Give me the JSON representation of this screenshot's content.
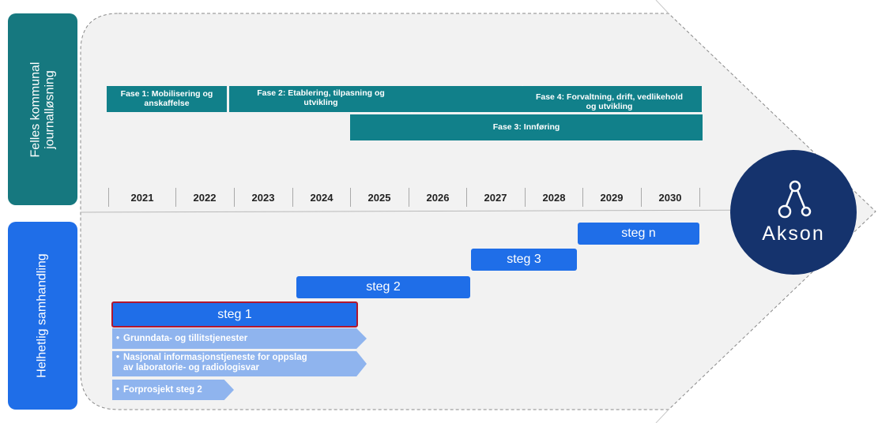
{
  "sidebar": {
    "top_label": "Felles kommunal\njournalløsning",
    "bottom_label": "Helhetlig samhandling"
  },
  "phases": [
    {
      "label": "Fase 1: Mobilisering og\nanskaffelse"
    },
    {
      "label": "Fase 2: Etablering, tilpasning og\nutvikling"
    },
    {
      "label": "Fase 4: Forvaltning, drift, vedlikehold\nog utvikling"
    },
    {
      "label": "Fase 3: Innføring"
    }
  ],
  "years": [
    "2021",
    "2022",
    "2023",
    "2024",
    "2025",
    "2026",
    "2027",
    "2028",
    "2029",
    "2030"
  ],
  "steps": [
    {
      "label": "steg 1"
    },
    {
      "label": "steg 2"
    },
    {
      "label": "steg 3"
    },
    {
      "label": "steg n"
    }
  ],
  "step1_items": [
    {
      "label": "Grunndata- og tillitstjenester"
    },
    {
      "label": "Nasjonal informasjonstjeneste for oppslag\nav laboratorie- og radiologisvar"
    },
    {
      "label": "Forprosjekt steg 2"
    }
  ],
  "logo": {
    "text": "Akson"
  },
  "colors": {
    "teal": "#11808a",
    "side_teal": "#16787f",
    "blue": "#1f6ee8",
    "light_blue": "#8fb4ee",
    "navy": "#15336d",
    "highlight_border": "#b0172f",
    "panel": "#f2f2f2"
  }
}
